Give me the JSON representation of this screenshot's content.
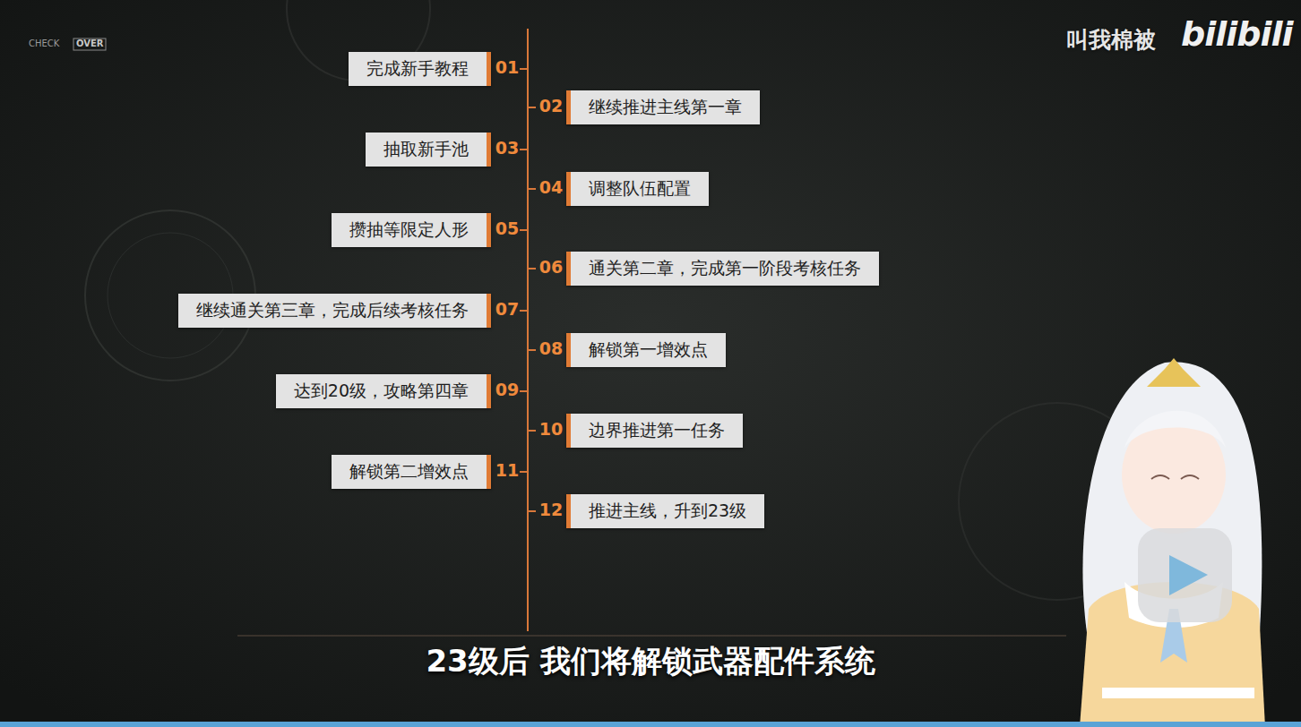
{
  "diagram": {
    "caption": "23级后 我们将解锁武器配件系统",
    "nodes": [
      {
        "text": [
          "完成新手教程"
        ]
      },
      {
        "text": [
          "继续推进主线第一章"
        ]
      },
      {
        "text": [
          "抽取新手池"
        ]
      },
      {
        "text": [
          "调整队伍配置"
        ]
      },
      {
        "text": [
          "攒抽等限定人形"
        ]
      },
      {
        "text": [
          "通关第二章，完成第一阶段考核任务"
        ]
      },
      {
        "text": [
          "继续通关第三章，完成后续考核任务"
        ]
      },
      {
        "text": [
          "解锁第一增效点"
        ]
      },
      {
        "text": [
          "达到20级，攻略第四章"
        ]
      },
      {
        "text": [
          "边界推进第一任务"
        ]
      },
      {
        "text": [
          "解锁第二增效点"
        ]
      },
      {
        "text": [
          "推进主线，升到23级"
        ]
      }
    ],
    "labels": [
      "01",
      "02",
      "03",
      "04",
      "05",
      "06",
      "07",
      "08",
      "09",
      "10",
      "11",
      "12",
      "CHECK",
      "OVER",
      "叫我棉被",
      "bilibili"
    ]
  }
}
